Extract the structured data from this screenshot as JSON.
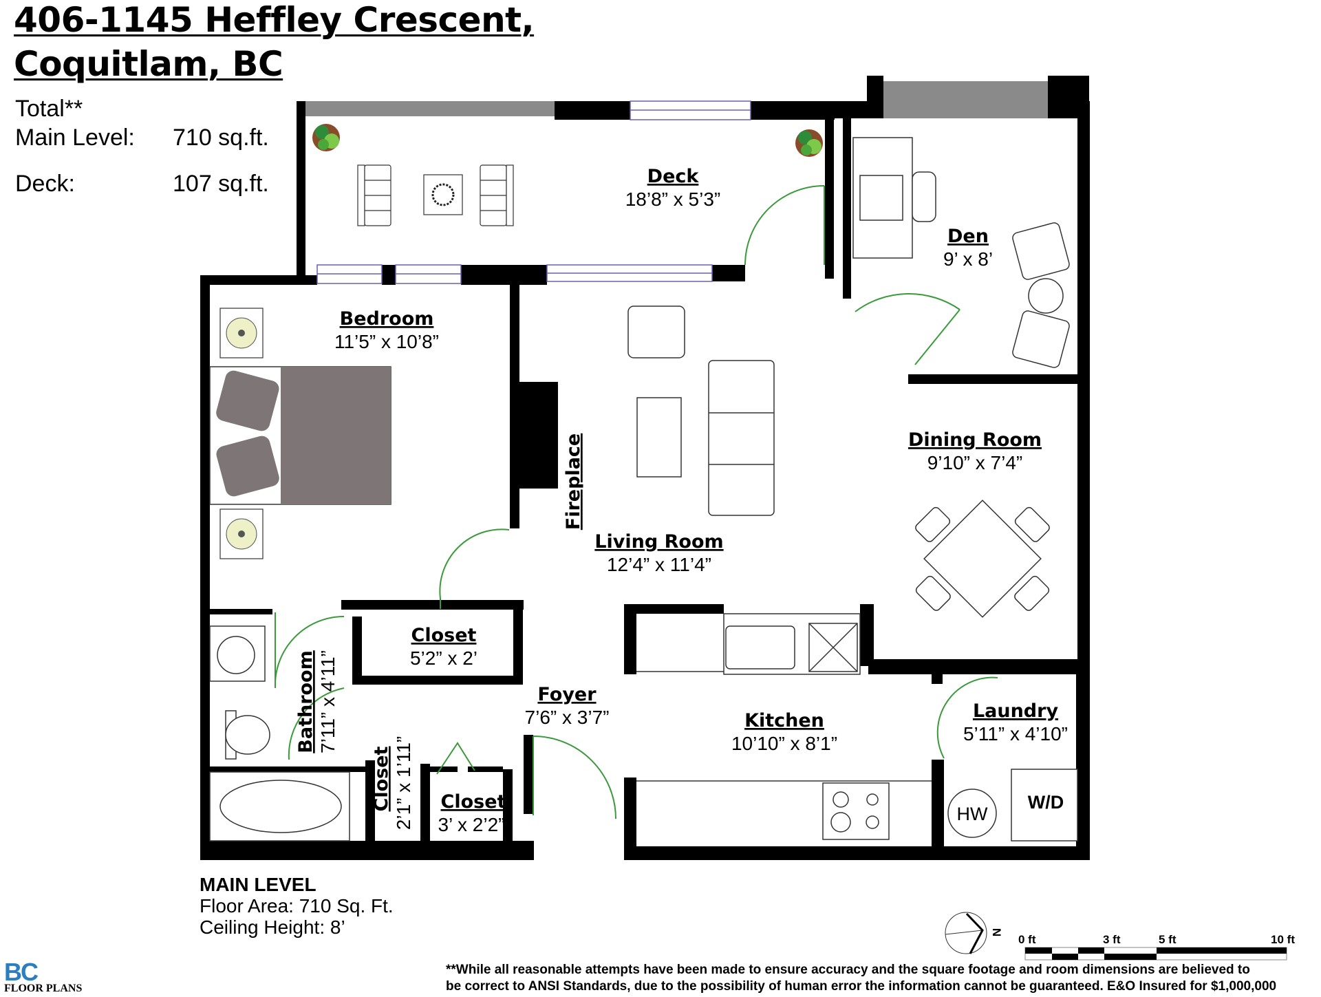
{
  "header": {
    "address_line1": "406-1145 Heffley Crescent,",
    "address_line2": "Coquitlam, BC"
  },
  "summary": {
    "total_label": "Total**",
    "main_level_label": "Main Level:",
    "main_level_value": "710 sq.ft.",
    "deck_label": "Deck:",
    "deck_value": "107 sq.ft."
  },
  "rooms": {
    "deck": {
      "name": "Deck",
      "dims": "18’8” x 5’3”"
    },
    "den": {
      "name": "Den",
      "dims": "9’ x 8’"
    },
    "bedroom": {
      "name": "Bedroom",
      "dims": "11’5” x 10’8”"
    },
    "fireplace": {
      "name": "Fireplace"
    },
    "living_room": {
      "name": "Living Room",
      "dims": "12’4” x 11’4”"
    },
    "dining_room": {
      "name": "Dining Room",
      "dims": "9’10” x 7’4”"
    },
    "closet_main": {
      "name": "Closet",
      "dims": "5’2” x 2’"
    },
    "bathroom": {
      "name": "Bathroom",
      "dims": "7’11” x 4’11”"
    },
    "foyer": {
      "name": "Foyer",
      "dims": "7’6” x 3’7”"
    },
    "kitchen": {
      "name": "Kitchen",
      "dims": "10’10” x 8’1”"
    },
    "laundry": {
      "name": "Laundry",
      "dims": "5’11” x 4’10”"
    },
    "closet_small": {
      "name": "Closet",
      "dims": "2’1” x 1’11”"
    },
    "closet_foyer": {
      "name": "Closet",
      "dims": "3’ x 2’2”"
    }
  },
  "fixtures": {
    "hot_water": "HW",
    "washer_dryer": "W/D"
  },
  "footer": {
    "level_title": "MAIN LEVEL",
    "floor_area": "Floor Area: 710 Sq. Ft.",
    "ceiling_height": "Ceiling Height: 8’"
  },
  "compass": {
    "label": "N"
  },
  "scale_bar": {
    "labels": [
      "0 ft",
      "3 ft",
      "5 ft",
      "10 ft"
    ]
  },
  "disclaimer": {
    "line1": "**While all reasonable attempts have been made to ensure accuracy and the square footage and room dimensions are believed to",
    "line2": "be correct to ANSI Standards, due to the possibility of human error the information cannot be guaranteed. E&O Insured for $1,000,000"
  },
  "logo": {
    "mark": "BC",
    "text": "FLOOR PLANS"
  },
  "colors": {
    "wall": "#000000",
    "door_swing": "#3a9a3a",
    "window_line": "#6a5fb0",
    "deck_rail": "#8a8a8a",
    "bed_fill": "#7d7576",
    "logo_blue": "#2b7fc1",
    "lamp_fill": "#eef0c8"
  }
}
